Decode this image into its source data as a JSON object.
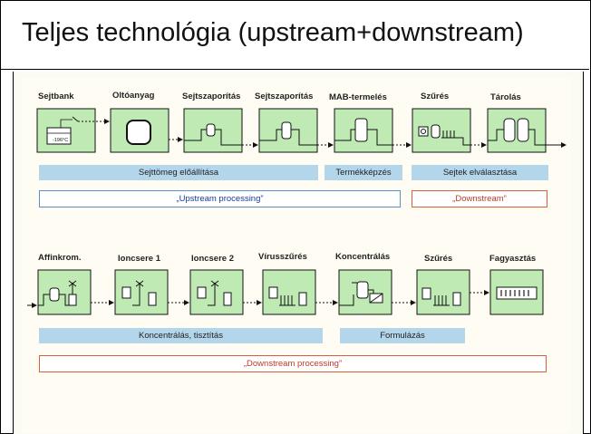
{
  "title": "Teljes technológia (upstream+downstream)",
  "row1": {
    "steps": [
      "Sejtbank",
      "Oltóanyag",
      "Sejtszaporítás",
      "Sejtszaporítás",
      "MAB-termelés",
      "Szűrés",
      "Tárolás"
    ],
    "temp_label": "-196°C",
    "bars": [
      "Sejttömeg előállítása",
      "Termékképzés",
      "Sejtek elválasztása"
    ],
    "upstream": "„Upstream processing”",
    "downstream": "„Downstream”"
  },
  "row2": {
    "steps": [
      "Affinkrom.",
      "Ioncsere 1",
      "Ioncsere 2",
      "Vírusszűrés",
      "Koncentrálás",
      "Szűrés",
      "Fagyasztás"
    ],
    "bars": [
      "Koncentrálás, tisztítás",
      "Formulázás"
    ],
    "downstream": "„Downstream processing”"
  },
  "colors": {
    "box_fill": "#bfeab3",
    "bar_fill": "#b4d6ea",
    "upstream_border": "#5b8fc7",
    "downstream_border": "#d9603a"
  }
}
